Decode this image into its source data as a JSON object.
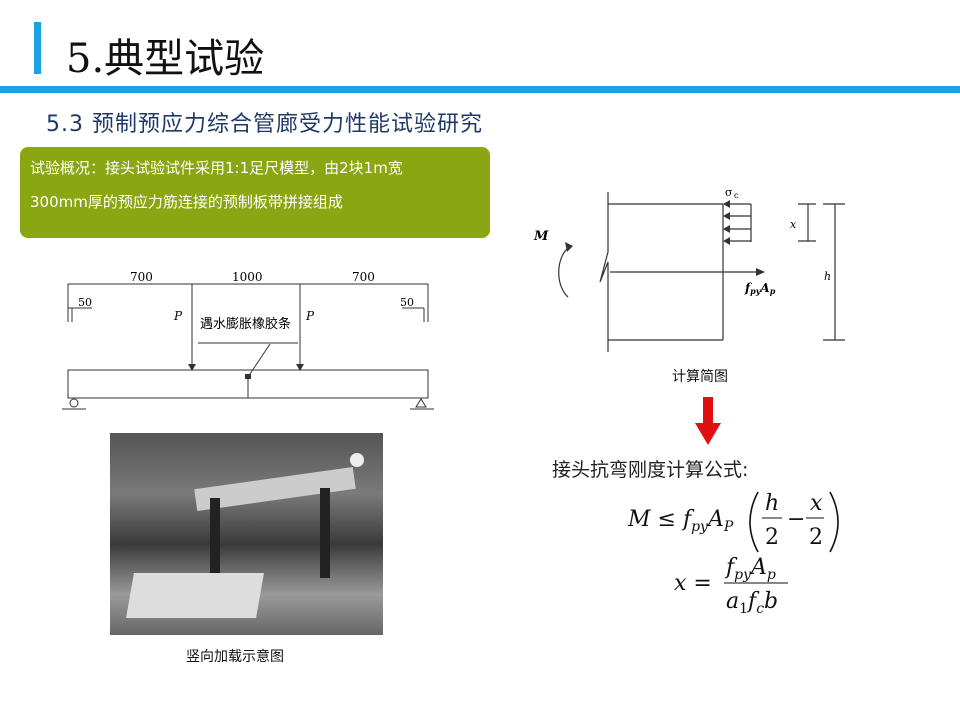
{
  "header": {
    "title": "5.典型试验"
  },
  "section": {
    "subtitle": "5.3 预制预应力综合管廊受力性能试验研究"
  },
  "overview": {
    "line1": "试验概况：接头试验试件采用1:1足尺模型，由2块1m宽",
    "line2": "300mm厚的预应力筋连接的预制板带拼接组成"
  },
  "beam_diagram": {
    "dim_left": "700",
    "dim_mid": "1000",
    "dim_right": "700",
    "edge_left": "50",
    "edge_right": "50",
    "load_left": "P",
    "load_right": "P",
    "rubber_label": "遇水膨胀橡胶条"
  },
  "photo": {
    "caption": "竖向加载示意图"
  },
  "section_diagram": {
    "moment": "M",
    "stress": "σ",
    "stress_sub": "c",
    "depth_x": "x",
    "height_h": "h",
    "force": "f",
    "force_sub": "py",
    "area": "A",
    "area_sub": "p",
    "caption": "计算简图"
  },
  "formula": {
    "label": "接头抗弯刚度计算公式:"
  },
  "colors": {
    "accent": "#1aa3e0",
    "box": "#8aa612",
    "arrow": "#e01010"
  }
}
